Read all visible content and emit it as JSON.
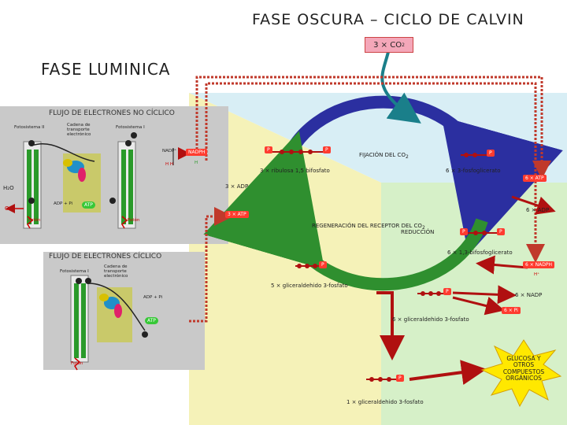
{
  "titles": {
    "dark_phase": "FASE OSCURA – CICLO DE CALVIN",
    "light_phase": "FASE LUMINICA",
    "co2_input": "3 × CO",
    "co2_sub": "2"
  },
  "light_noncyclic": {
    "header": "FLUJO DE ELECTRONES NO CÍCLICO",
    "photosystem_2": "Fotosistema II",
    "electron_chain": "Cadena de transporte electrónico",
    "photosystem_1": "Fotosistema I",
    "nadp_plus": "NADP⁺",
    "nadph": "NADPH",
    "h_plus_h": "H H",
    "h_plus": "H",
    "water": "H₂O",
    "oxygen": "O",
    "adp_pi": "ADP + Pi",
    "atp": "ATP",
    "photon_1": "Fotón",
    "photon_2": "Fotón"
  },
  "light_cyclic": {
    "header": "FLUJO DE ELECTRONES CÍCLICO",
    "photosystem_1": "Fotosistema I",
    "electron_chain": "Cadena de transporte electrónico",
    "adp_pi": "ADP + Pi",
    "atp": "ATP",
    "photon": "Fotón"
  },
  "calvin": {
    "fixation": "FIJACIÓN DEL CO",
    "fixation_sub": "2",
    "ribulose": "3 × ribulosa 1,5 bifosfato",
    "phosphoglycerate": "6 × 3-fosfoglicerato",
    "atp_in_6": "6 × ATP",
    "adp_out_3": "3 × ADP",
    "adp_out_6": "6 × ADP",
    "atp_in_3": "3 × ATP",
    "regeneration": "REGENERACIÓN DEL RECEPTOR DEL CO",
    "regeneration_sub": "2",
    "reduction": "REDUCCIÓN",
    "bisphosphoglycerate": "6 × 1,3-bifosfoglicerato",
    "nadph_in": "6 × NADPH",
    "h_plus": "H⁺",
    "g3p_5": "5 × gliceraldehido 3-fosfato",
    "nadp_out": "6 × NADP",
    "pi_out": "6 × Pi",
    "g3p_6": "6 × gliceraldehido 3-fosfato",
    "g3p_1": "1 × gliceraldehido 3-fosfato",
    "glucose": "GLUCOSA Y OTROS COMPUESTOS ORGÁNICOS",
    "phosphate": "P"
  },
  "colors": {
    "cycle_blue": "#2b2fa0",
    "cycle_green": "#2f8f2f",
    "dark_red": "#b01010",
    "dashed_red": "#c0392b",
    "star_yellow": "#ffe800"
  }
}
